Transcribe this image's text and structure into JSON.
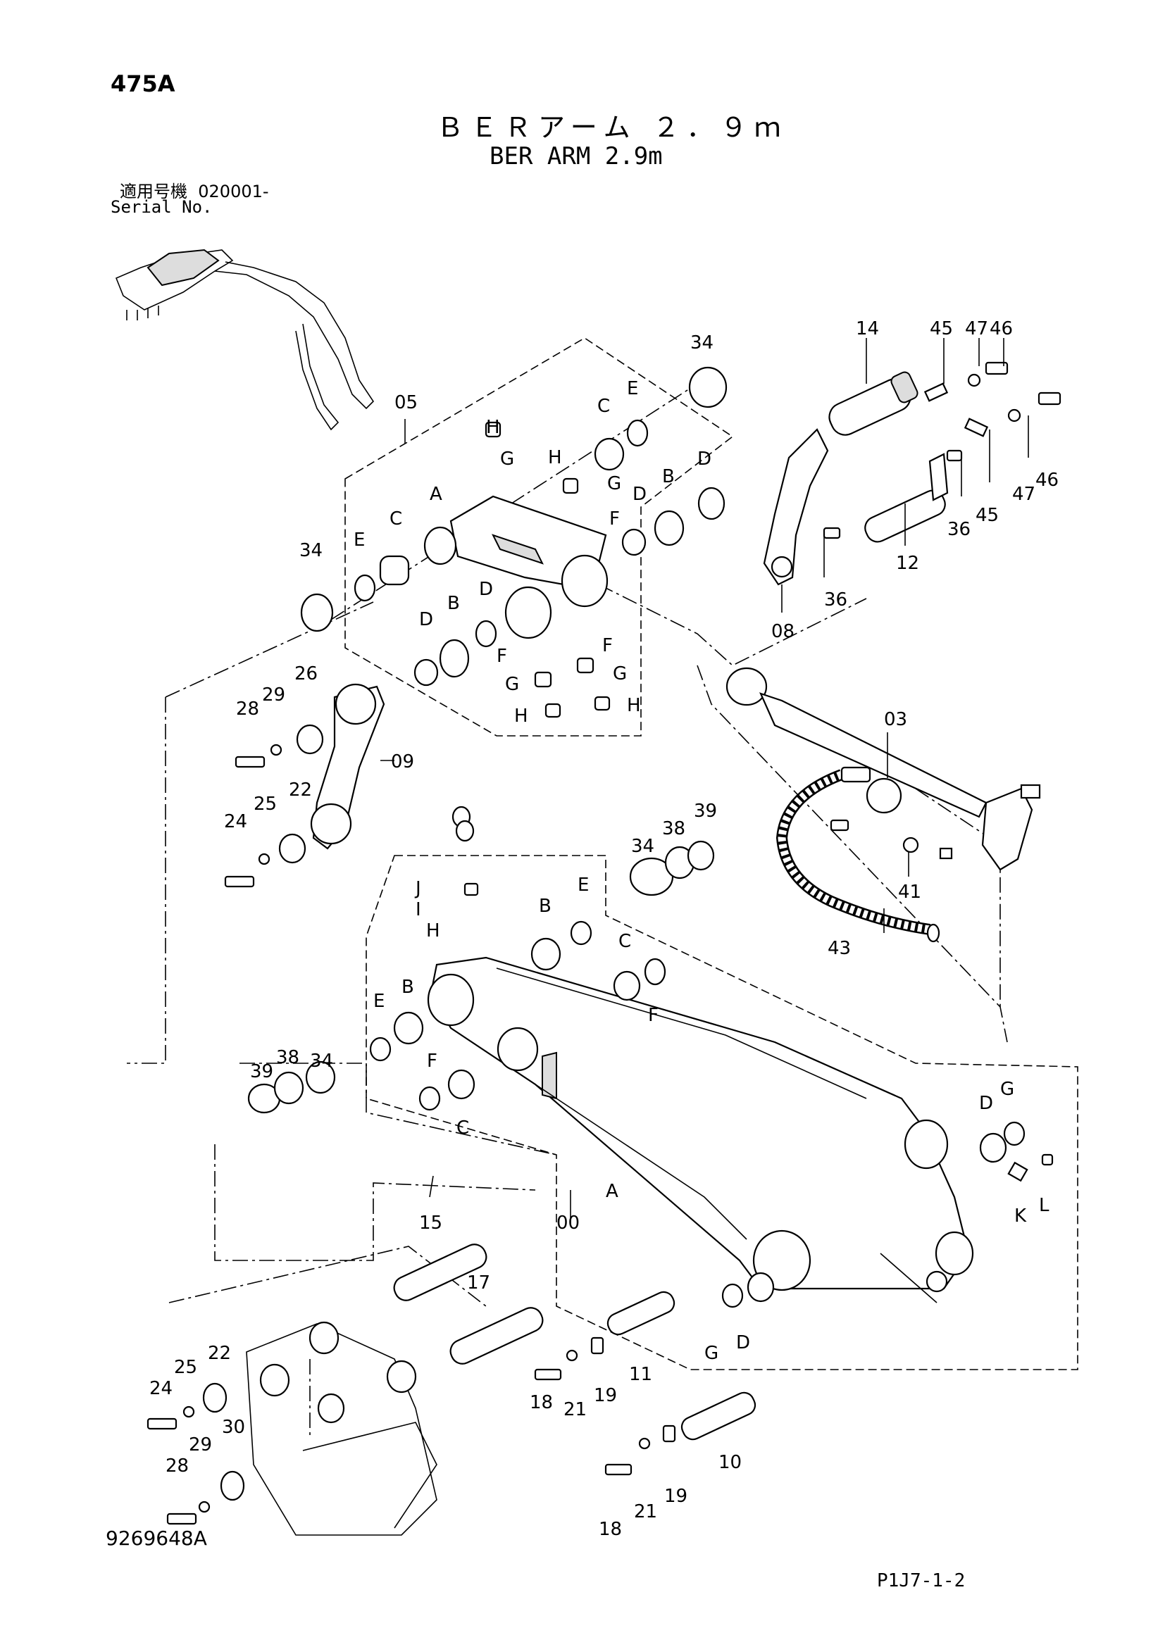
{
  "header": {
    "page_number": "475A",
    "title_jp": "ＢＥＲアーム ２．９ｍ",
    "title_en": "BER ARM 2.9m",
    "serial_label_jp": "適用号機  020001-",
    "serial_label_en": "Serial No."
  },
  "footer": {
    "doc_code": "9269648A",
    "page_ref": "P1J7-1-2"
  },
  "callouts": [
    {
      "id": "00",
      "text": "00"
    },
    {
      "id": "03",
      "text": "03"
    },
    {
      "id": "05",
      "text": "05"
    },
    {
      "id": "08",
      "text": "08"
    },
    {
      "id": "09",
      "text": "09"
    },
    {
      "id": "10",
      "text": "10"
    },
    {
      "id": "11",
      "text": "11"
    },
    {
      "id": "12",
      "text": "12"
    },
    {
      "id": "14",
      "text": "14"
    },
    {
      "id": "15",
      "text": "15"
    },
    {
      "id": "17",
      "text": "17"
    },
    {
      "id": "18a",
      "text": "18"
    },
    {
      "id": "18b",
      "text": "18"
    },
    {
      "id": "19a",
      "text": "19"
    },
    {
      "id": "19b",
      "text": "19"
    },
    {
      "id": "21a",
      "text": "21"
    },
    {
      "id": "21b",
      "text": "21"
    },
    {
      "id": "22a",
      "text": "22"
    },
    {
      "id": "22b",
      "text": "22"
    },
    {
      "id": "24a",
      "text": "24"
    },
    {
      "id": "24b",
      "text": "24"
    },
    {
      "id": "25a",
      "text": "25"
    },
    {
      "id": "25b",
      "text": "25"
    },
    {
      "id": "26",
      "text": "26"
    },
    {
      "id": "28a",
      "text": "28"
    },
    {
      "id": "28b",
      "text": "28"
    },
    {
      "id": "29a",
      "text": "29"
    },
    {
      "id": "29b",
      "text": "29"
    },
    {
      "id": "30",
      "text": "30"
    },
    {
      "id": "34a",
      "text": "34"
    },
    {
      "id": "34b",
      "text": "34"
    },
    {
      "id": "34c",
      "text": "34"
    },
    {
      "id": "34d",
      "text": "34"
    },
    {
      "id": "36a",
      "text": "36"
    },
    {
      "id": "36b",
      "text": "36"
    },
    {
      "id": "38a",
      "text": "38"
    },
    {
      "id": "38b",
      "text": "38"
    },
    {
      "id": "39a",
      "text": "39"
    },
    {
      "id": "39b",
      "text": "39"
    },
    {
      "id": "41",
      "text": "41"
    },
    {
      "id": "43",
      "text": "43"
    },
    {
      "id": "45a",
      "text": "45"
    },
    {
      "id": "45b",
      "text": "45"
    },
    {
      "id": "46a",
      "text": "46"
    },
    {
      "id": "46b",
      "text": "46"
    },
    {
      "id": "47a",
      "text": "47"
    },
    {
      "id": "47b",
      "text": "47"
    },
    {
      "id": "A1",
      "text": "A"
    },
    {
      "id": "A2",
      "text": "A"
    },
    {
      "id": "B1",
      "text": "B"
    },
    {
      "id": "B2",
      "text": "B"
    },
    {
      "id": "B3",
      "text": "B"
    },
    {
      "id": "B4",
      "text": "B"
    },
    {
      "id": "C1",
      "text": "C"
    },
    {
      "id": "C2",
      "text": "C"
    },
    {
      "id": "C3",
      "text": "C"
    },
    {
      "id": "C4",
      "text": "C"
    },
    {
      "id": "D1",
      "text": "D"
    },
    {
      "id": "D2",
      "text": "D"
    },
    {
      "id": "D3",
      "text": "D"
    },
    {
      "id": "D4",
      "text": "D"
    },
    {
      "id": "D5",
      "text": "D"
    },
    {
      "id": "D6",
      "text": "D"
    },
    {
      "id": "D7",
      "text": "D"
    },
    {
      "id": "E1",
      "text": "E"
    },
    {
      "id": "E2",
      "text": "E"
    },
    {
      "id": "E3",
      "text": "E"
    },
    {
      "id": "E4",
      "text": "E"
    },
    {
      "id": "F1",
      "text": "F"
    },
    {
      "id": "F2",
      "text": "F"
    },
    {
      "id": "F3",
      "text": "F"
    },
    {
      "id": "F4",
      "text": "F"
    },
    {
      "id": "F5",
      "text": "F"
    },
    {
      "id": "F6",
      "text": "F"
    },
    {
      "id": "G1",
      "text": "G"
    },
    {
      "id": "G2",
      "text": "G"
    },
    {
      "id": "G3",
      "text": "G"
    },
    {
      "id": "G4",
      "text": "G"
    },
    {
      "id": "G5",
      "text": "G"
    },
    {
      "id": "G6",
      "text": "G"
    },
    {
      "id": "H1",
      "text": "H"
    },
    {
      "id": "H2",
      "text": "H"
    },
    {
      "id": "H3",
      "text": "H"
    },
    {
      "id": "H4",
      "text": "H"
    },
    {
      "id": "H5",
      "text": "H"
    },
    {
      "id": "I1",
      "text": "I"
    },
    {
      "id": "J1",
      "text": "J"
    },
    {
      "id": "K1",
      "text": "K"
    },
    {
      "id": "L1",
      "text": "L"
    }
  ]
}
